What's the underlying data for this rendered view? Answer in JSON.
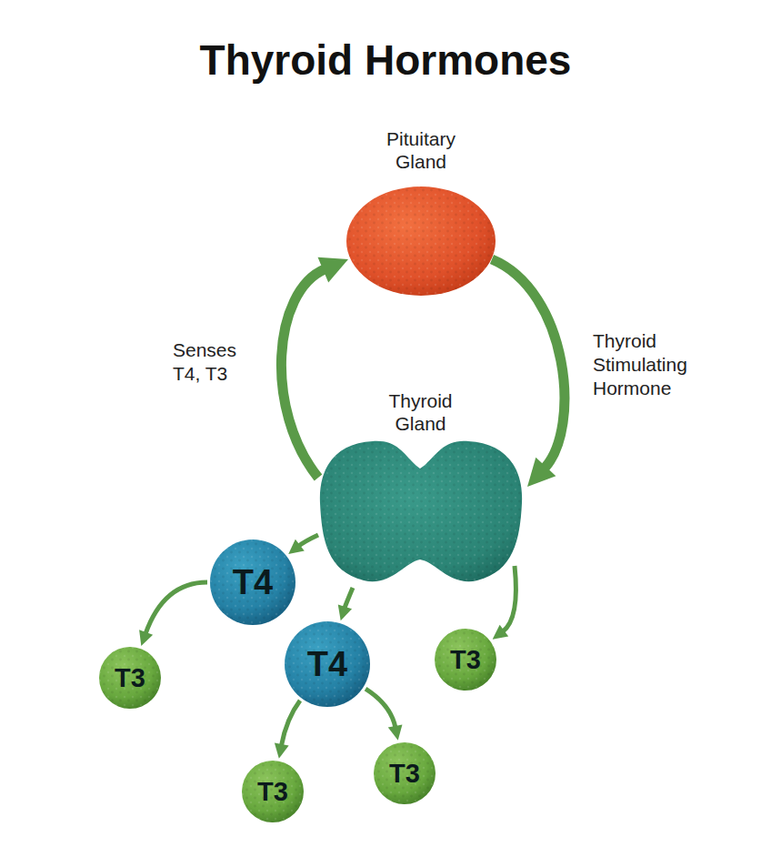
{
  "diagram": {
    "title": "Thyroid Hormones",
    "nodes": [
      {
        "text": [
          "Pituitary Gland"
        ]
      },
      {
        "text": [
          "Thyroid Gland"
        ]
      },
      {
        "text": [
          "T4"
        ]
      },
      {
        "text": [
          "T4"
        ]
      },
      {
        "text": [
          "T3"
        ]
      },
      {
        "text": [
          "T3"
        ]
      },
      {
        "text": [
          "T3"
        ]
      },
      {
        "text": [
          "T3"
        ]
      }
    ],
    "edges": [
      {
        "from": 0,
        "to": 1,
        "label": "Thyroid Stimulating Hormone",
        "arrow": "to"
      },
      {
        "from": 1,
        "to": 0,
        "label": "Senses T4, T3",
        "arrow": "to"
      },
      {
        "from": 1,
        "to": 2,
        "arrow": "to"
      },
      {
        "from": 1,
        "to": 3,
        "arrow": "to"
      },
      {
        "from": 1,
        "to": 4,
        "arrow": "to"
      },
      {
        "from": 2,
        "to": 5,
        "arrow": "to"
      },
      {
        "from": 3,
        "to": 6,
        "arrow": "to"
      },
      {
        "from": 3,
        "to": 7,
        "arrow": "to"
      }
    ]
  }
}
